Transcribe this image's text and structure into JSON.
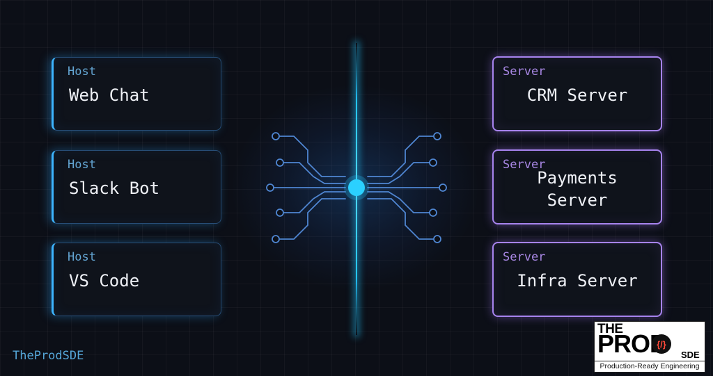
{
  "hosts": [
    {
      "tag": "Host",
      "name": "Web Chat"
    },
    {
      "tag": "Host",
      "name": "Slack Bot"
    },
    {
      "tag": "Host",
      "name": "VS Code"
    }
  ],
  "servers": [
    {
      "tag": "Server",
      "name_lines": [
        "CRM Server"
      ]
    },
    {
      "tag": "Server",
      "name_lines": [
        "Payments",
        "Server"
      ]
    },
    {
      "tag": "Server",
      "name_lines": [
        "Infra Server"
      ]
    }
  ],
  "brand": "TheProdSDE",
  "logo": {
    "the": "THE",
    "prod": "PROD",
    "mark": "{/}",
    "sde": "SDE",
    "tagline": "Production-Ready Engineering"
  },
  "colors": {
    "background": "#0c0f17",
    "host_accent": "#3db4ff",
    "server_accent": "#a783ee",
    "beam": "#22c6ff"
  },
  "icons": [
    "circuit-hub-icon"
  ]
}
